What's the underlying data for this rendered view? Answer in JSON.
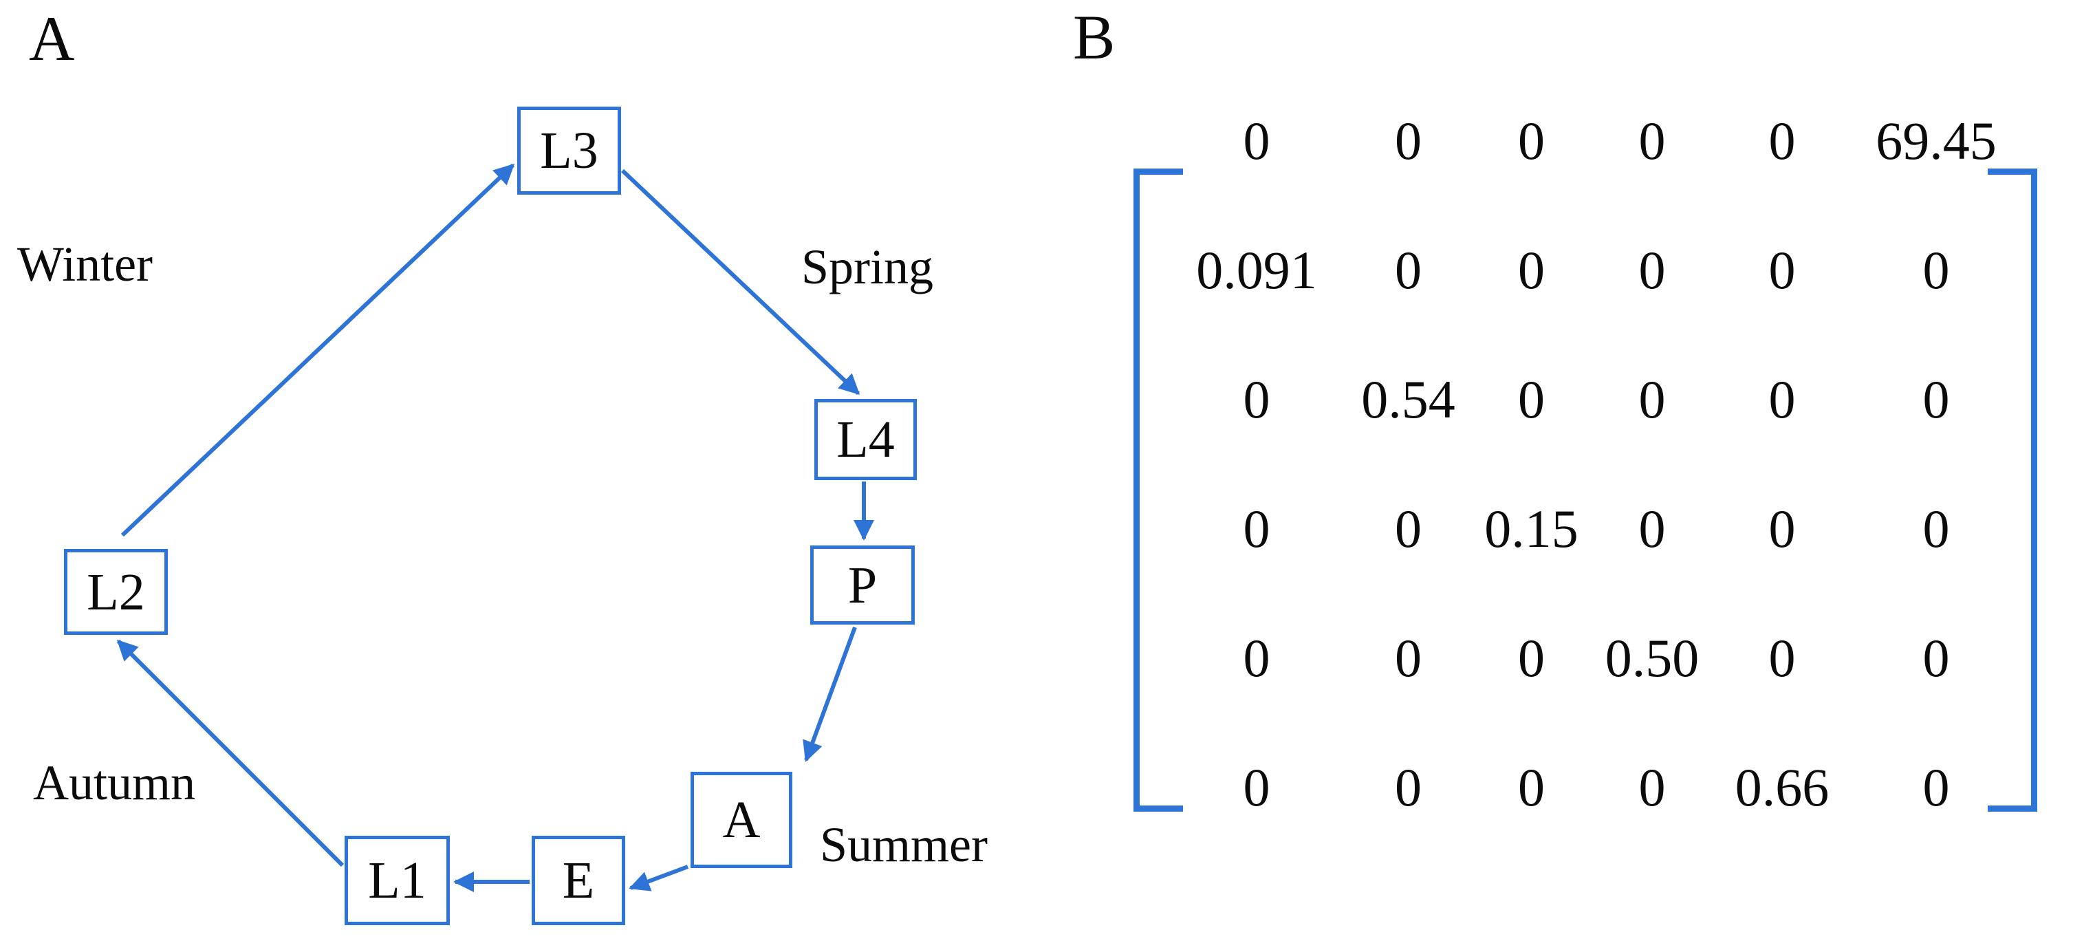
{
  "colors": {
    "accent": "#2E73D6",
    "ink": "#0B0B0B",
    "background": "#FFFFFF"
  },
  "panel_a": {
    "label": "A",
    "stages": {
      "l3": "L3",
      "l4": "L4",
      "p": "P",
      "a": "A",
      "e": "E",
      "l1": "L1",
      "l2": "L2"
    },
    "seasons": {
      "winter": "Winter",
      "spring": "Spring",
      "summer": "Summer",
      "autumn": "Autumn"
    }
  },
  "panel_b": {
    "label": "B",
    "matrix": [
      [
        "0",
        "0",
        "0",
        "0",
        "0",
        "69.45"
      ],
      [
        "0.091",
        "0",
        "0",
        "0",
        "0",
        "0"
      ],
      [
        "0",
        "0.54",
        "0",
        "0",
        "0",
        "0"
      ],
      [
        "0",
        "0",
        "0.15",
        "0",
        "0",
        "0"
      ],
      [
        "0",
        "0",
        "0",
        "0.50",
        "0",
        "0"
      ],
      [
        "0",
        "0",
        "0",
        "0",
        "0.66",
        "0"
      ]
    ]
  }
}
